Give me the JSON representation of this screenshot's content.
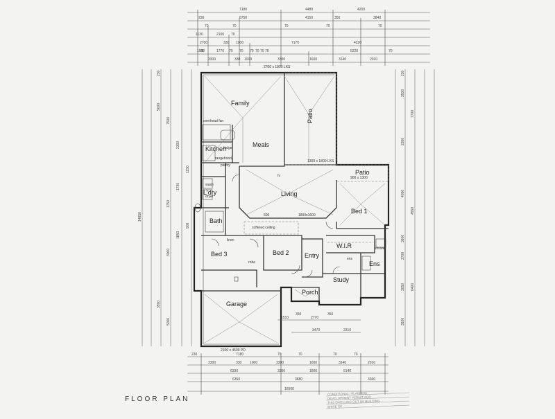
{
  "title": "FLOOR PLAN",
  "rooms": {
    "family": "Family",
    "meals": "Meals",
    "patio_main": "Patio",
    "kitchen": "Kitchen",
    "patio_small": "Patio",
    "lounge": "L'dry",
    "living": "Living",
    "bed1": "Bed 1",
    "bath": "Bath",
    "wir": "W.I.R",
    "bed3": "Bed 3",
    "bed2": "Bed 2",
    "entry": "Entry",
    "ens": "Ens",
    "study": "Study",
    "porch": "Porch",
    "garage": "Garage"
  },
  "top_dims": {
    "row1": [
      "7180",
      "4480",
      "4200"
    ],
    "row2": [
      "230",
      "6750",
      "4150",
      "350",
      "3840"
    ],
    "row3": [
      "70",
      "70",
      "70",
      "70",
      "70"
    ],
    "row4": [
      "1130",
      "2100",
      "70"
    ],
    "row5": [
      "2700",
      "330",
      "1000",
      "7170",
      "4220"
    ],
    "row6": [
      "70",
      "70",
      "70",
      "70",
      "70"
    ],
    "row7": [
      "1580",
      "1770",
      "70",
      "70",
      "70",
      "5220"
    ],
    "row8": [
      "3300",
      "330",
      "1000",
      "3300",
      "1600",
      "3140",
      "2010"
    ]
  },
  "bottom_dims": {
    "row1": [
      "230",
      "7180",
      "70",
      "70",
      "70",
      "70"
    ],
    "row2": [
      "3300",
      "330",
      "1000",
      "3300",
      "1600",
      "3140",
      "2010"
    ],
    "row3": [
      "6330",
      "3300",
      "1800",
      "5140"
    ],
    "row4": [
      "6350",
      "3880",
      "3360"
    ],
    "row5": [
      "16560"
    ]
  },
  "side_dims": {
    "left": [
      "5000",
      "7500",
      "2300",
      "1150",
      "1730",
      "1750",
      "900",
      "1850",
      "3000",
      "3550",
      "5000",
      "14850",
      "230"
    ],
    "right": [
      "3500",
      "7700",
      "2300",
      "4050",
      "4550",
      "3600",
      "2700",
      "6400",
      "3050",
      "3920",
      "230"
    ]
  },
  "labels": {
    "annotations": [
      "overhead fan",
      "pantry",
      "coffered ceiling",
      "rangehood",
      "fridge",
      "robe",
      "linen",
      "wash",
      "dryer",
      "tv",
      "ens",
      "shower"
    ],
    "garage_door": "2100 x 4500 PD",
    "ceiling_notes": [
      "2700 x 1800 LKS",
      "1300 x 1800 LKS",
      "900 x 1300",
      "1800x1600",
      "600"
    ],
    "dim_porch": [
      "1510",
      "350",
      "2770",
      "350",
      "3470",
      "2310"
    ]
  },
  "stamp": {
    "line1": "CONDITIONAL / PLANNING",
    "line2": "DEVELOPMENT PERMIT FOR",
    "line3": "THIS DWELLING OUT OF BUILDING",
    "line4": "SHIRE OF"
  }
}
